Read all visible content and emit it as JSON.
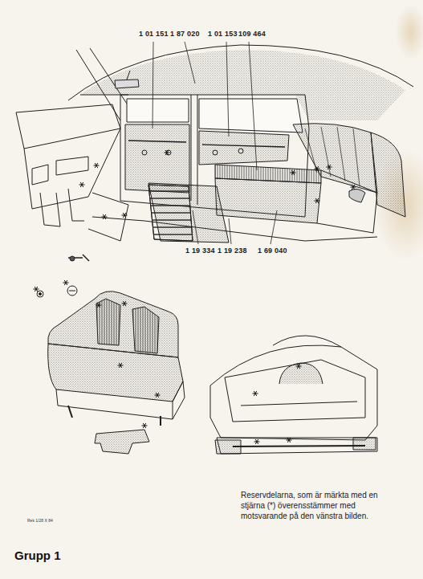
{
  "diagram": {
    "caption": "Reservdelarna, som är märkta med en stjärna (*) överensstämmer med motsvarande på den vänstra bilden.",
    "labels": [
      "1 01 151",
      "1 87 020",
      "1 01 153",
      "109 464",
      "1 19 334",
      "1 19 238",
      "1 69 040",
      "Rek 1/28 X 84",
      "Grupp 1"
    ]
  }
}
